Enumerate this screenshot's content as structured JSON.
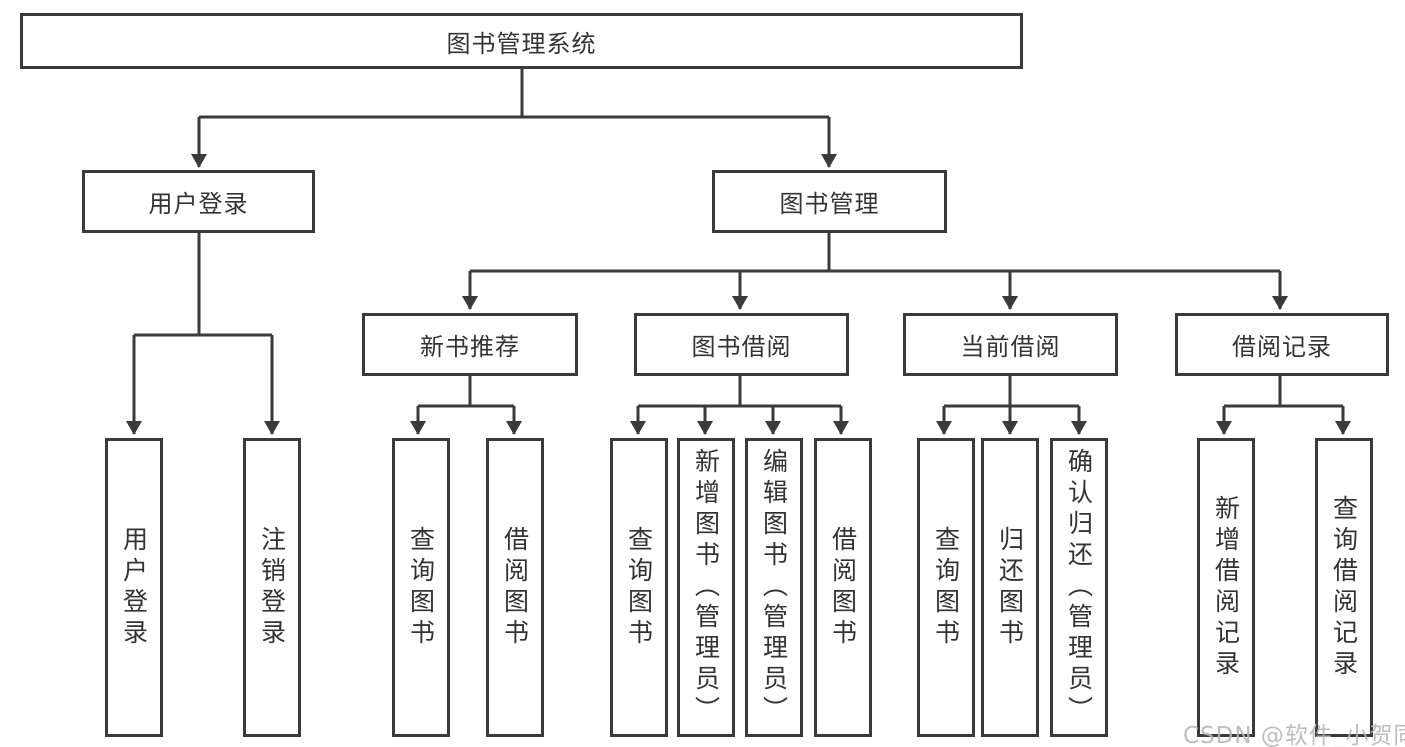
{
  "colors": {
    "background": "#ffffff",
    "line": "#3a3a3a",
    "box_border": "#3a3a3a",
    "text": "#333333",
    "watermark": "#b6b6b6"
  },
  "tree": {
    "root": {
      "label": "图书管理系统",
      "children": [
        {
          "label": "用户登录",
          "children": [
            {
              "label": "用户登录"
            },
            {
              "label": "注销登录"
            }
          ]
        },
        {
          "label": "图书管理",
          "children": [
            {
              "label": "新书推荐",
              "children": [
                {
                  "label": "查询图书"
                },
                {
                  "label": "借阅图书"
                }
              ]
            },
            {
              "label": "图书借阅",
              "children": [
                {
                  "label": "查询图书"
                },
                {
                  "label": "新增图书（管理员）"
                },
                {
                  "label": "编辑图书（管理员）"
                },
                {
                  "label": "借阅图书"
                }
              ]
            },
            {
              "label": "当前借阅",
              "children": [
                {
                  "label": "查询图书"
                },
                {
                  "label": "归还图书"
                },
                {
                  "label": "确认归还（管理员）"
                }
              ]
            },
            {
              "label": "借阅记录",
              "children": [
                {
                  "label": "新增借阅记录"
                },
                {
                  "label": "查询借阅记录"
                }
              ]
            }
          ]
        }
      ]
    }
  },
  "watermark": {
    "text": "CSDN @软件_小贺同学"
  }
}
